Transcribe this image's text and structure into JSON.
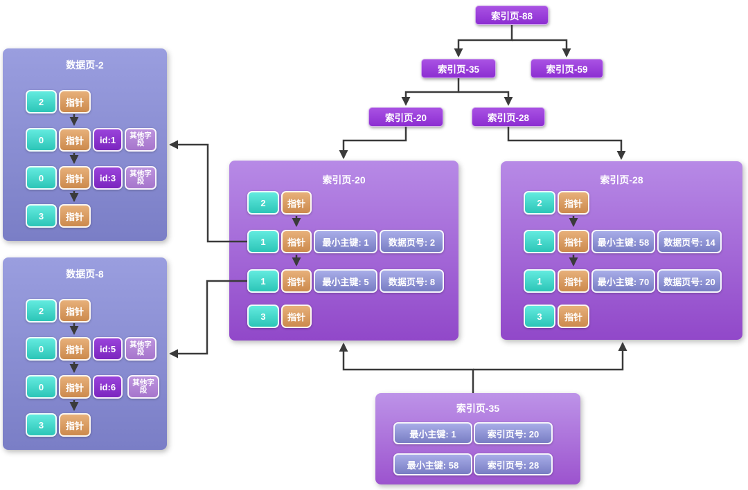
{
  "colors": {
    "line": "#3a3a3a",
    "node_top": "#a952e3",
    "node_bottom": "#8c2ed1",
    "index_box_top": "#b78ae6",
    "index_box_bottom": "#9148c9",
    "data_box_top": "#9a9edf",
    "data_box_bottom": "#7a7ec6",
    "bottom_box_top": "#bd93e8",
    "bottom_box_bottom": "#9c53ce",
    "teal_top": "#63ebdf",
    "teal_bottom": "#2cc5b7",
    "orange_top": "#e7b07a",
    "orange_bottom": "#cc8a4d",
    "record_top": "#a8ade8",
    "record_bottom": "#787dc3",
    "id_top": "#9a43da",
    "id_bottom": "#7c26bf",
    "other_top": "#bd93de",
    "other_bottom": "#a676cc"
  },
  "tree": {
    "root": "索引页-88",
    "level2_left": "索引页-35",
    "level2_right": "索引页-59",
    "level3_left": "索引页-20",
    "level3_right": "索引页-28"
  },
  "index_page_20": {
    "title": "索引页-20",
    "rows": [
      {
        "slot": "2",
        "pointer": "指针"
      },
      {
        "slot": "1",
        "pointer": "指针",
        "min_key": "最小主键: 1",
        "page_no": "数据页号: 2"
      },
      {
        "slot": "1",
        "pointer": "指针",
        "min_key": "最小主键: 5",
        "page_no": "数据页号: 8"
      },
      {
        "slot": "3",
        "pointer": "指针"
      }
    ]
  },
  "index_page_28": {
    "title": "索引页-28",
    "rows": [
      {
        "slot": "2",
        "pointer": "指针"
      },
      {
        "slot": "1",
        "pointer": "指针",
        "min_key": "最小主键: 58",
        "page_no": "数据页号: 14"
      },
      {
        "slot": "1",
        "pointer": "指针",
        "min_key": "最小主键: 70",
        "page_no": "数据页号: 20"
      },
      {
        "slot": "3",
        "pointer": "指针"
      }
    ]
  },
  "data_page_2": {
    "title": "数据页-2",
    "rows": [
      {
        "slot": "2",
        "pointer": "指针"
      },
      {
        "slot": "0",
        "pointer": "指针",
        "record_id": "id:1",
        "other_fields": "其他字段"
      },
      {
        "slot": "0",
        "pointer": "指针",
        "record_id": "id:3",
        "other_fields": "其他字段"
      },
      {
        "slot": "3",
        "pointer": "指针"
      }
    ]
  },
  "data_page_8": {
    "title": "数据页-8",
    "rows": [
      {
        "slot": "2",
        "pointer": "指针"
      },
      {
        "slot": "0",
        "pointer": "指针",
        "record_id": "id:5",
        "other_fields": "其他字段"
      },
      {
        "slot": "0",
        "pointer": "指针",
        "record_id": "id:6",
        "other_fields": "其他字段"
      },
      {
        "slot": "3",
        "pointer": "指针"
      }
    ]
  },
  "index_page_35": {
    "title": "索引页-35",
    "rows": [
      {
        "min_key": "最小主键: 1",
        "page_no": "索引页号: 20"
      },
      {
        "min_key": "最小主键: 58",
        "page_no": "索引页号: 28"
      }
    ]
  }
}
